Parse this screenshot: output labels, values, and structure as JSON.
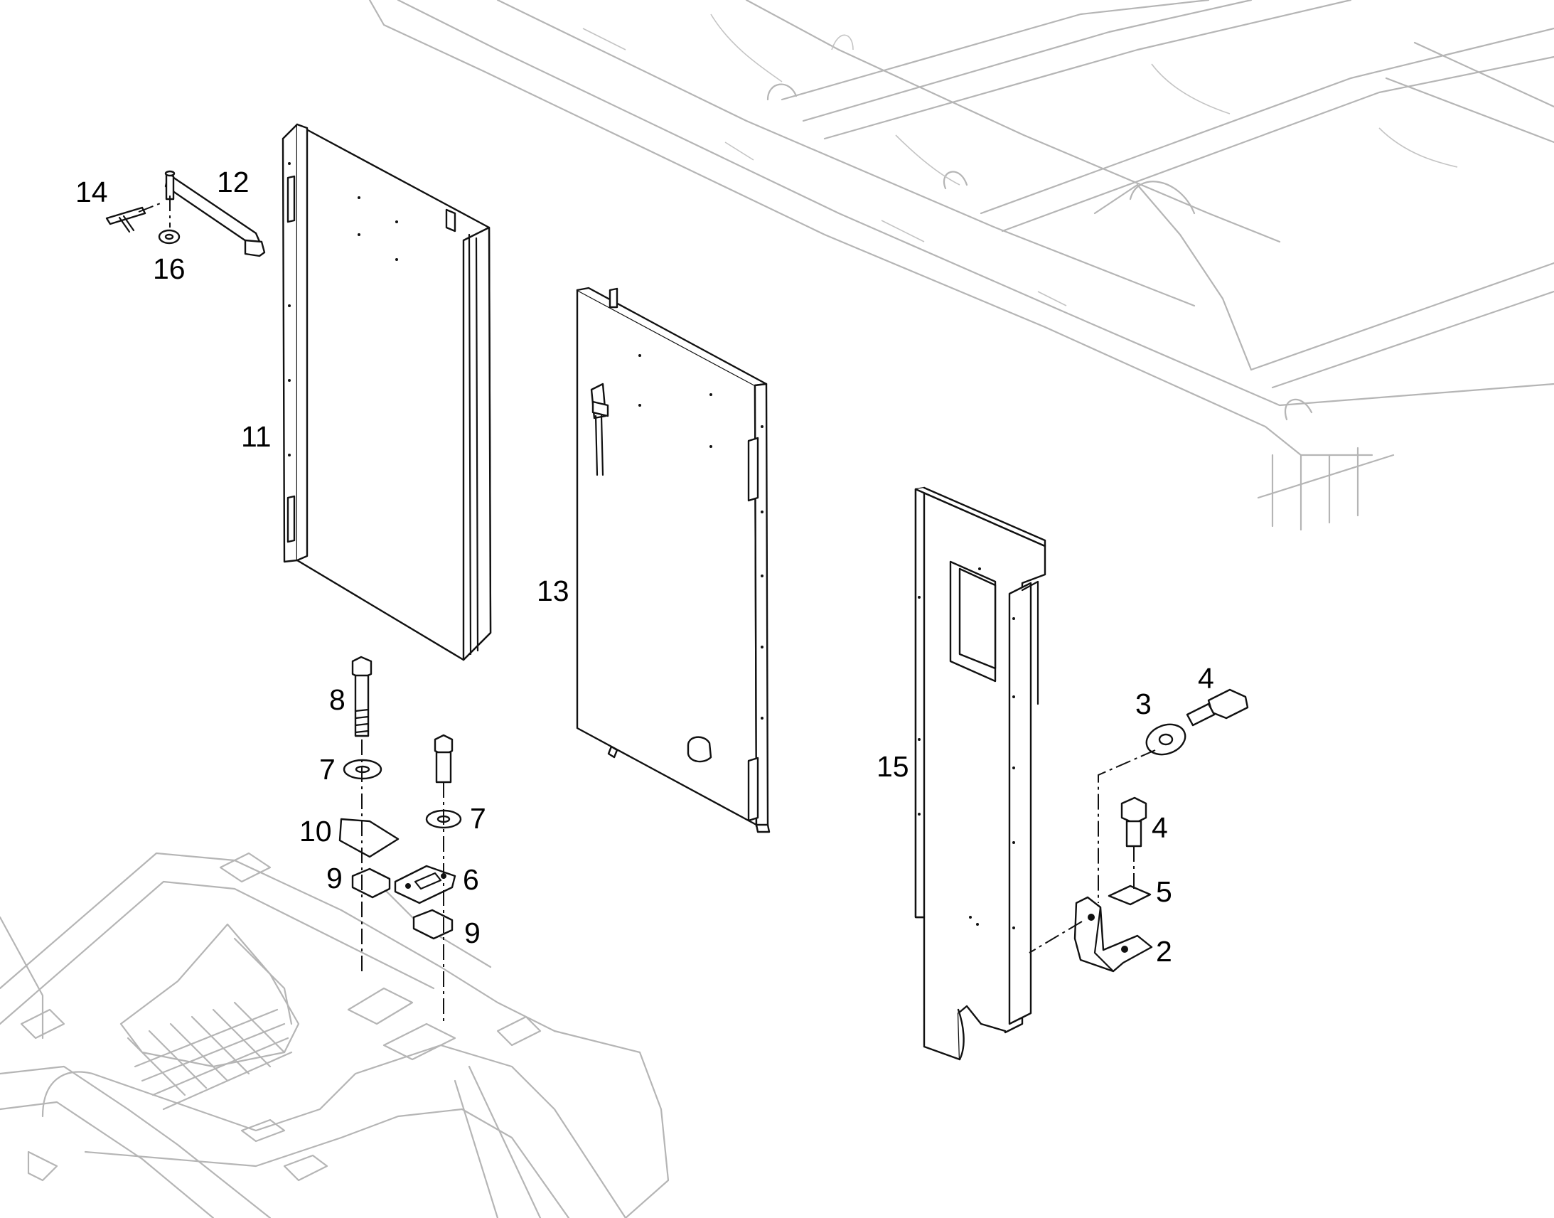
{
  "callouts": {
    "c2": "2",
    "c3": "3",
    "c4a": "4",
    "c4b": "4",
    "c5": "5",
    "c6": "6",
    "c7a": "7",
    "c7b": "7",
    "c8": "8",
    "c9a": "9",
    "c9b": "9",
    "c10": "10",
    "c11": "11",
    "c12": "12",
    "c13": "13",
    "c14": "14",
    "c15": "15",
    "c16": "16"
  },
  "colors": {
    "part_outline": "#111111",
    "background_frame": "#b5b5b5",
    "callout_text": "#000000",
    "background": "#ffffff"
  }
}
